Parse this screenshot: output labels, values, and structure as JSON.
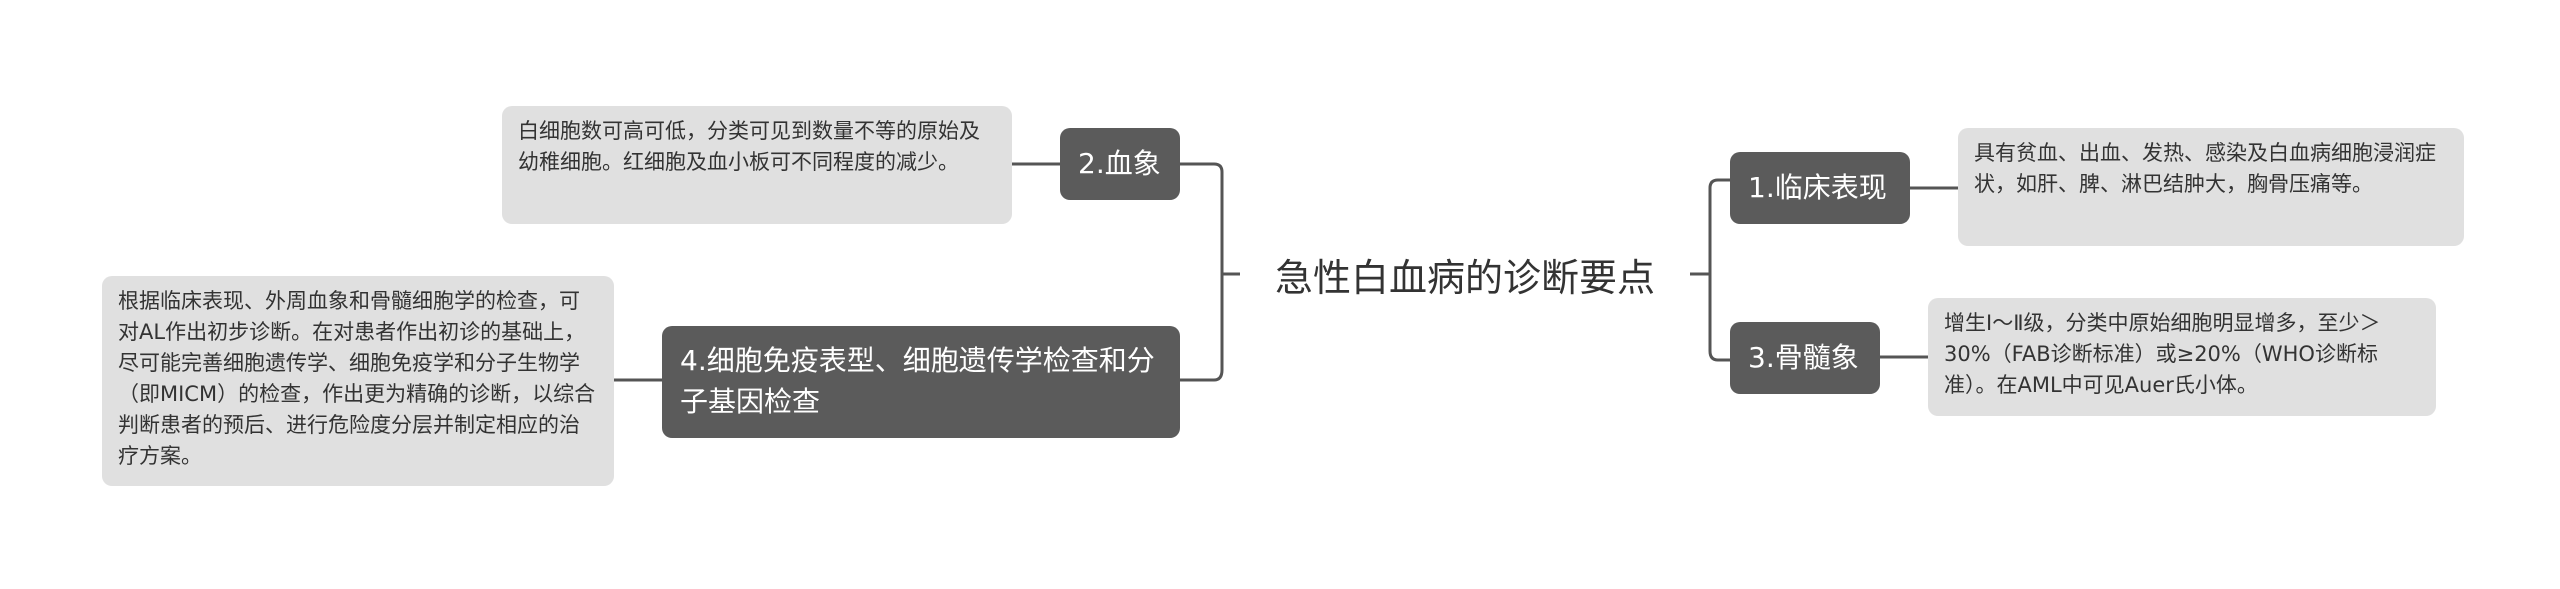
{
  "root": {
    "title": "急性白血病的诊断要点"
  },
  "branches": [
    {
      "label": "1.临床表现",
      "detail": "具有贫血、出血、发热、感染及白血病细胞浸润症状，如肝、脾、淋巴结肿大，胸骨压痛等。"
    },
    {
      "label": "2.血象",
      "detail": "白细胞数可高可低，分类可见到数量不等的原始及幼稚细胞。红细胞及血小板可不同程度的减少。"
    },
    {
      "label": "3.骨髓象",
      "detail": "增生Ⅰ～Ⅱ级，分类中原始细胞明显增多，至少＞30%（FAB诊断标准）或≥20%（WHO诊断标准）。在AML中可见Auer氏小体。"
    },
    {
      "label": "4.细胞免疫表型、细胞遗传学检查和分子基因检查",
      "detail": "根据临床表现、外周血象和骨髓细胞学的检查，可对AL作出初步诊断。在对患者作出初诊的基础上，尽可能完善细胞遗传学、细胞免疫学和分子生物学（即MICM）的检查，作出更为精确的诊断，以综合判断患者的预后、进行危险度分层并制定相应的治疗方案。"
    }
  ],
  "colors": {
    "branch_bg": "#5b5b5b",
    "leaf_bg": "#e0e0e0",
    "connector": "#555555",
    "text": "#333333"
  }
}
